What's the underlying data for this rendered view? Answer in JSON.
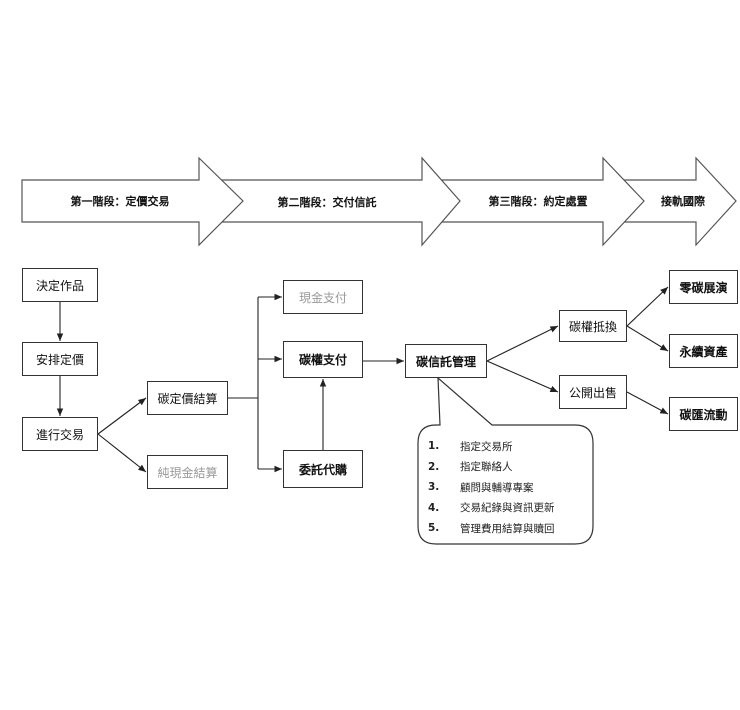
{
  "stages": [
    "第一階段：定價交易",
    "第二階段：交付信託",
    "第三階段：約定處置",
    "接軌國際"
  ],
  "nodes": {
    "decide": "決定作品",
    "schedule": "安排定價",
    "trade": "進行交易",
    "carbon_settle": "碳定價結算",
    "cash_settle": "純現金結算",
    "cash_pay": "現金支付",
    "credit_pay": "碳權支付",
    "proxy_buy": "委託代購",
    "trust_mgmt": "碳信託管理",
    "offset": "碳權抵換",
    "public_sale": "公開出售",
    "zero_carbon": "零碳展演",
    "sustain_asset": "永續資產",
    "sink_flow": "碳匯流動"
  },
  "callout": [
    {
      "num": "1.",
      "text": "指定交易所"
    },
    {
      "num": "2.",
      "text": "指定聯絡人"
    },
    {
      "num": "3.",
      "text": "顧問與輔導專案"
    },
    {
      "num": "4.",
      "text": "交易紀錄與資訊更新"
    },
    {
      "num": "5.",
      "text": "管理費用結算與贖回"
    }
  ]
}
